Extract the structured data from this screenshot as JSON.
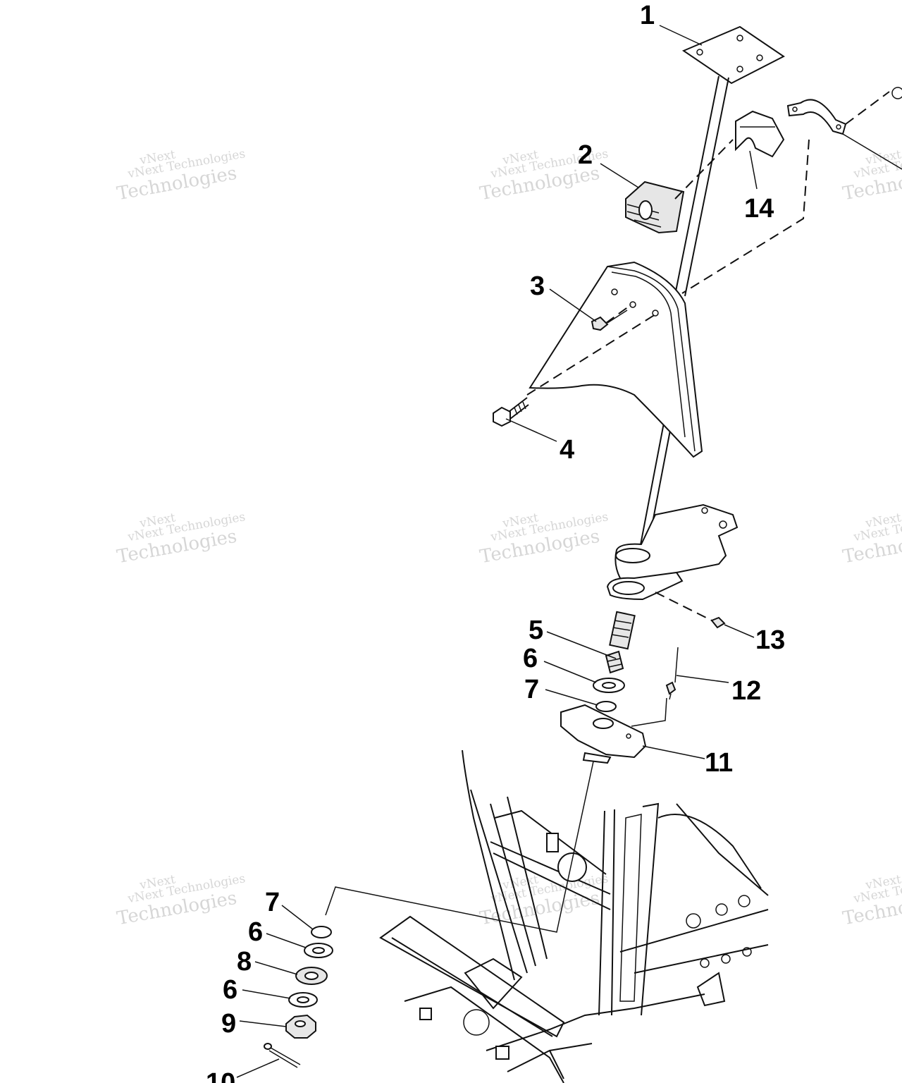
{
  "watermark": {
    "line1": "vNext",
    "line2": "vNext Technologies",
    "line3": "Technologies"
  },
  "callouts": [
    {
      "id": "c1",
      "text": "1"
    },
    {
      "id": "c2",
      "text": "2"
    },
    {
      "id": "c3",
      "text": "3"
    },
    {
      "id": "c4",
      "text": "4"
    },
    {
      "id": "c5",
      "text": "5"
    },
    {
      "id": "c6a",
      "text": "6"
    },
    {
      "id": "c7a",
      "text": "7"
    },
    {
      "id": "c11",
      "text": "11"
    },
    {
      "id": "c12",
      "text": "12"
    },
    {
      "id": "c13",
      "text": "13"
    },
    {
      "id": "c14",
      "text": "14"
    },
    {
      "id": "c7b",
      "text": "7"
    },
    {
      "id": "c6b",
      "text": "6"
    },
    {
      "id": "c8",
      "text": "8"
    },
    {
      "id": "c6c",
      "text": "6"
    },
    {
      "id": "c9",
      "text": "9"
    },
    {
      "id": "c10",
      "text": "10"
    }
  ]
}
